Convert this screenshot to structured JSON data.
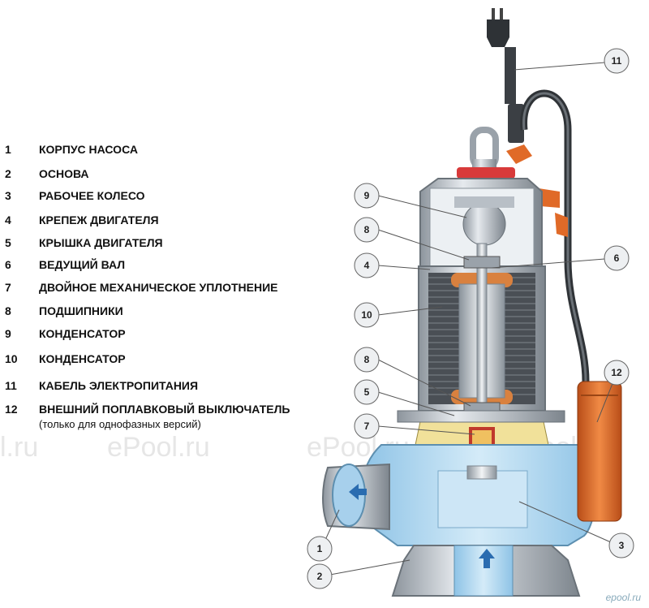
{
  "legend": [
    {
      "num": "1",
      "label": "КОРПУС НАСОСА"
    },
    {
      "num": "2",
      "label": "ОСНОВА"
    },
    {
      "num": "3",
      "label": "РАБОЧЕЕ КОЛЕСО"
    },
    {
      "num": "4",
      "label": "КРЕПЕЖ ДВИГАТЕЛЯ"
    },
    {
      "num": "5",
      "label": "КРЫШКА ДВИГАТЕЛЯ"
    },
    {
      "num": "6",
      "label": "ВЕДУЩИЙ ВАЛ"
    },
    {
      "num": "7",
      "label": "ДВОЙНОЕ МЕХАНИЧЕСКОЕ УПЛОТНЕНИЕ"
    },
    {
      "num": "8",
      "label": "ПОДШИПНИКИ"
    },
    {
      "num": "9",
      "label": "КОНДЕНСАТОР"
    },
    {
      "num": "10",
      "label": "КОНДЕНСАТОР"
    },
    {
      "num": "11",
      "label": "КАБЕЛЬ ЭЛЕКТРОПИТАНИЯ"
    },
    {
      "num": "12",
      "label": "ВНЕШНИЙ ПОПЛАВКОВЫЙ ВЫКЛЮЧАТЕЛЬ"
    }
  ],
  "legend_note": "(только для однофазных версий)",
  "callouts": {
    "c1": "1",
    "c2": "2",
    "c3": "3",
    "c4": "4",
    "c5": "5",
    "c6": "6",
    "c7": "7",
    "c8a": "8",
    "c8b": "8",
    "c9": "9",
    "c10": "10",
    "c11": "11",
    "c12": "12"
  },
  "watermarks": [
    "l.ru",
    "ePool.ru",
    "ePool.ru",
    "ePool.ru"
  ],
  "logo": "epool.ru",
  "colors": {
    "water": "#b9dcf2",
    "water_dark": "#6aaed6",
    "metal": "#c9ced4",
    "metal_dark": "#7c858e",
    "winding": "#555a60",
    "float": "#e06a28",
    "oil": "#f1e19a",
    "copper": "#d9813f",
    "cable": "#3b3f44",
    "seal_red": "#d83a3a"
  }
}
